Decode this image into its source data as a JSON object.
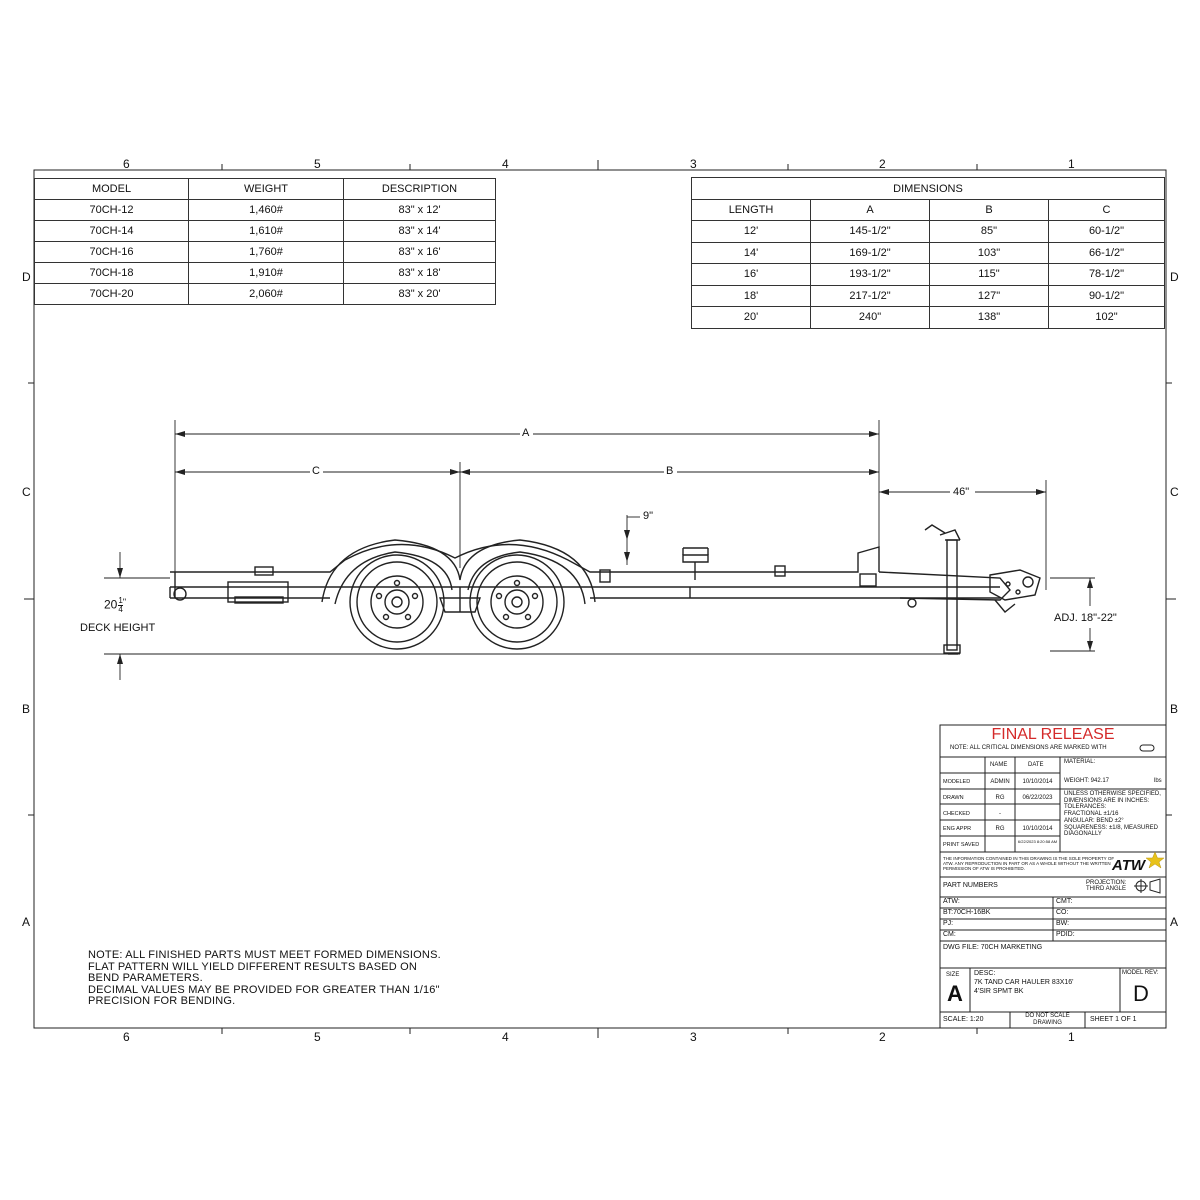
{
  "zones": {
    "columns": [
      "6",
      "5",
      "4",
      "3",
      "2",
      "1"
    ],
    "rows": [
      "D",
      "C",
      "B",
      "A"
    ]
  },
  "model_table": {
    "headers": [
      "MODEL",
      "WEIGHT",
      "DESCRIPTION"
    ],
    "rows": [
      [
        "70CH-12",
        "1,460#",
        "83\" x 12'"
      ],
      [
        "70CH-14",
        "1,610#",
        "83\" x 14'"
      ],
      [
        "70CH-16",
        "1,760#",
        "83\" x 16'"
      ],
      [
        "70CH-18",
        "1,910#",
        "83\" x 18'"
      ],
      [
        "70CH-20",
        "2,060#",
        "83\" x 20'"
      ]
    ]
  },
  "dimensions_table": {
    "title": "DIMENSIONS",
    "headers": [
      "LENGTH",
      "A",
      "B",
      "C"
    ],
    "rows": [
      [
        "12'",
        "145-1/2\"",
        "85\"",
        "60-1/2\""
      ],
      [
        "14'",
        "169-1/2\"",
        "103\"",
        "66-1/2\""
      ],
      [
        "16'",
        "193-1/2\"",
        "115\"",
        "78-1/2\""
      ],
      [
        "18'",
        "217-1/2\"",
        "127\"",
        "90-1/2\""
      ],
      [
        "20'",
        "240\"",
        "138\"",
        "102\""
      ]
    ]
  },
  "drawing": {
    "dim_a": "A",
    "dim_b": "B",
    "dim_c": "C",
    "dim_46": "46\"",
    "dim_9": "9\"",
    "deck_height_whole": "20",
    "deck_height_num": "1",
    "deck_height_den": "4",
    "deck_height_unit": "\"",
    "deck_height_label": "DECK HEIGHT",
    "adj_label": "ADJ. 18\"-22\""
  },
  "note": {
    "lines": [
      "NOTE: ALL FINISHED PARTS MUST MEET FORMED DIMENSIONS.",
      "FLAT PATTERN WILL YIELD DIFFERENT RESULTS BASED ON",
      "BEND PARAMETERS.",
      "DECIMAL VALUES MAY BE PROVIDED FOR GREATER THAN 1/16\"",
      "PRECISION FOR BENDING."
    ]
  },
  "title_block": {
    "status": "FINAL RELEASE",
    "status_color": "#d42a2a",
    "critical_note": "NOTE: ALL CRITICAL DIMENSIONS ARE MARKED WITH",
    "col_name": "NAME",
    "col_date": "DATE",
    "material_label": "MATERIAL:",
    "rows": [
      {
        "role": "MODELED",
        "name": "ADMIN",
        "date": "10/10/2014"
      },
      {
        "role": "DRAWN",
        "name": "RG",
        "date": "06/22/2023"
      },
      {
        "role": "CHECKED",
        "name": "-",
        "date": ""
      },
      {
        "role": "ENG APPR",
        "name": "RG",
        "date": "10/10/2014"
      },
      {
        "role": "PRINT SAVED",
        "name": "",
        "date": "6/22/2023 8:20:58 AM"
      }
    ],
    "weight_label": "WEIGHT: 942.17",
    "weight_unit": "lbs",
    "tolerances": [
      "UNLESS OTHERWISE SPECIFIED,",
      "DIMENSIONS ARE IN INCHES:",
      "TOLERANCES:",
      "FRACTIONAL ±1/16",
      "ANGULAR: BEND ±2°",
      "SQUARENESS: ±1/8, MEASURED",
      "DIAGONALLY"
    ],
    "proprietary": [
      "THE INFORMATION CONTAINED IN THIS DRAWING IS THE SOLE PROPERTY OF",
      "ATW. ANY REPRODUCTION IN PART OR AS A WHOLE WITHOUT THE WRITTEN",
      "PERMISSION OF ATW IS PROHIBITED."
    ],
    "logo": "ATW",
    "logo_star_color": "#e8c21a",
    "part_numbers_label": "PART NUMBERS",
    "projection": [
      "PROJECTION:",
      "THIRD ANGLE"
    ],
    "parts": [
      [
        "ATW:",
        "CMT:"
      ],
      [
        "BT:70CH-16BK",
        "CO:"
      ],
      [
        "PJ:",
        "BW:"
      ],
      [
        "CM:",
        "PDID:"
      ]
    ],
    "dwg_file": "DWG FILE: 70CH MARKETING",
    "size_label": "SIZE",
    "size_value": "A",
    "desc_label": "DESC:",
    "desc_lines": [
      "7K TAND CAR HAULER 83X16'",
      "4'SIR SPMT BK"
    ],
    "model_rev_label": "MODEL REV:",
    "model_rev": "D",
    "scale": "SCALE: 1:20",
    "do_not_scale": [
      "DO NOT SCALE",
      "DRAWING"
    ],
    "sheet": "SHEET 1 OF 1"
  }
}
